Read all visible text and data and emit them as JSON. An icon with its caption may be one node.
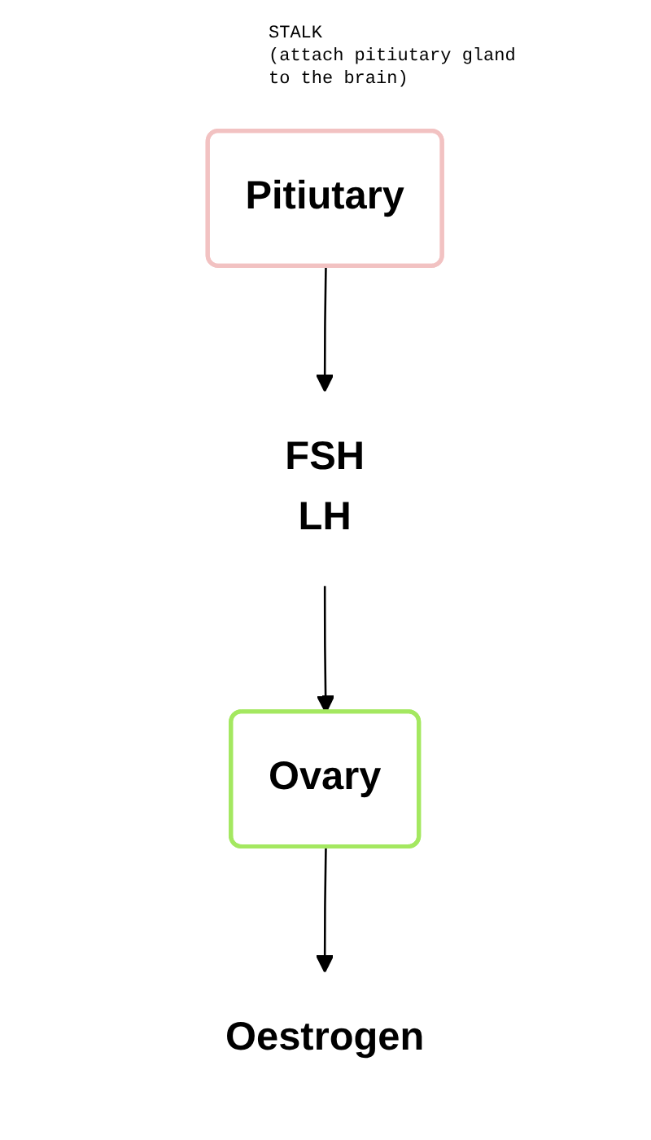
{
  "diagram": {
    "nodes": [
      {
        "text": [
          "Pitiutary"
        ]
      },
      {
        "text": [
          "FSH",
          "LH"
        ]
      },
      {
        "text": [
          "Ovary"
        ]
      },
      {
        "text": [
          "Oestrogen"
        ]
      }
    ],
    "edges": [
      {
        "from": 0,
        "to": 1,
        "arrow": "to"
      },
      {
        "from": 1,
        "to": 2,
        "arrow": "to"
      },
      {
        "from": 2,
        "to": 3,
        "arrow": "to"
      }
    ],
    "labels": [
      "STALK",
      "(attach pitiutary gland to the brain)"
    ]
  }
}
